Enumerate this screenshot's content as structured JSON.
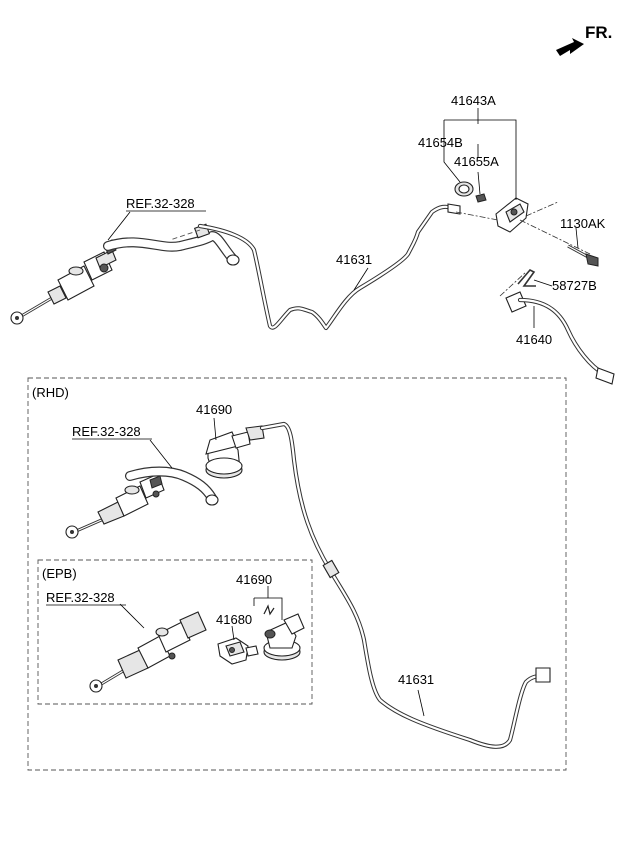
{
  "orientation": {
    "label": "FR."
  },
  "references": {
    "ref_main": "REF.32-328",
    "ref_rhd": "REF.32-328",
    "ref_epb": "REF.32-328"
  },
  "sections": {
    "rhd": "(RHD)",
    "epb": "(EPB)"
  },
  "parts": {
    "p41643A": "41643A",
    "p41654B": "41654B",
    "p41655A": "41655A",
    "p1130AK": "1130AK",
    "p58727B": "58727B",
    "p41640": "41640",
    "p41631_top": "41631",
    "p41690_rhd": "41690",
    "p41690_epb": "41690",
    "p41680": "41680",
    "p41631_rhd": "41631"
  }
}
